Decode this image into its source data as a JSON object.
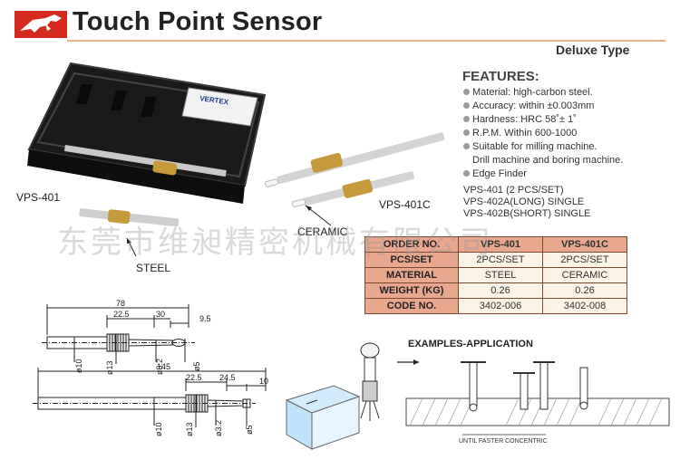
{
  "header": {
    "title": "Touch Point Sensor",
    "subtitle": "Deluxe Type"
  },
  "features": {
    "heading": "FEATURES:",
    "items": [
      "Material: high-carbon steel.",
      "Accuracy: within ±0.003mm",
      "Hardness: HRC 58˚± 1˚",
      "R.P.M. Within 600-1000",
      "Suitable for milling machine.",
      "Edge Finder"
    ],
    "continuation": "Drill machine and boring machine."
  },
  "models": [
    "VPS-401 (2 PCS/SET)",
    "VPS-402A(LONG) SINGLE",
    "VPS-402B(SHORT) SINGLE"
  ],
  "photo_labels": {
    "vps401": "VPS-401",
    "vps401c": "VPS-401C",
    "ceramic": "CERAMIC",
    "steel": "STEEL",
    "box_brand": "VERTEX"
  },
  "spec_table": {
    "header": [
      "ORDER NO.",
      "VPS-401",
      "VPS-401C"
    ],
    "rows": [
      [
        "PCS/SET",
        "2PCS/SET",
        "2PCS/SET"
      ],
      [
        "MATERIAL",
        "STEEL",
        "CERAMIC"
      ],
      [
        "WEIGHT (KG)",
        "0.26",
        "0.26"
      ],
      [
        "CODE NO.",
        "3402-006",
        "3402-008"
      ]
    ]
  },
  "watermark": "东莞市维昶精密机械有限公司",
  "drawing_top": {
    "overall": "78",
    "d1": "22.5",
    "d2": "30",
    "d3": "9.5",
    "dia_a": "ø10",
    "dia_b": "ø13",
    "dia_c": "ø3.2",
    "dia_d": "ø5"
  },
  "drawing_bottom": {
    "overall": "145",
    "d1": "22.5",
    "d2": "24.5",
    "d3": "10",
    "dia_a": "ø10",
    "dia_b": "ø13",
    "dia_c": "ø3.2",
    "dia_d": "ø5"
  },
  "examples": {
    "heading": "EXAMPLES-APPLICATION",
    "note": "UNTIL FASTER CONCENTRIC"
  },
  "colors": {
    "accent": "#d42a20",
    "table_header": "#e7a88e",
    "table_cell": "#fbf3e6",
    "rule": "#e7b48a"
  }
}
